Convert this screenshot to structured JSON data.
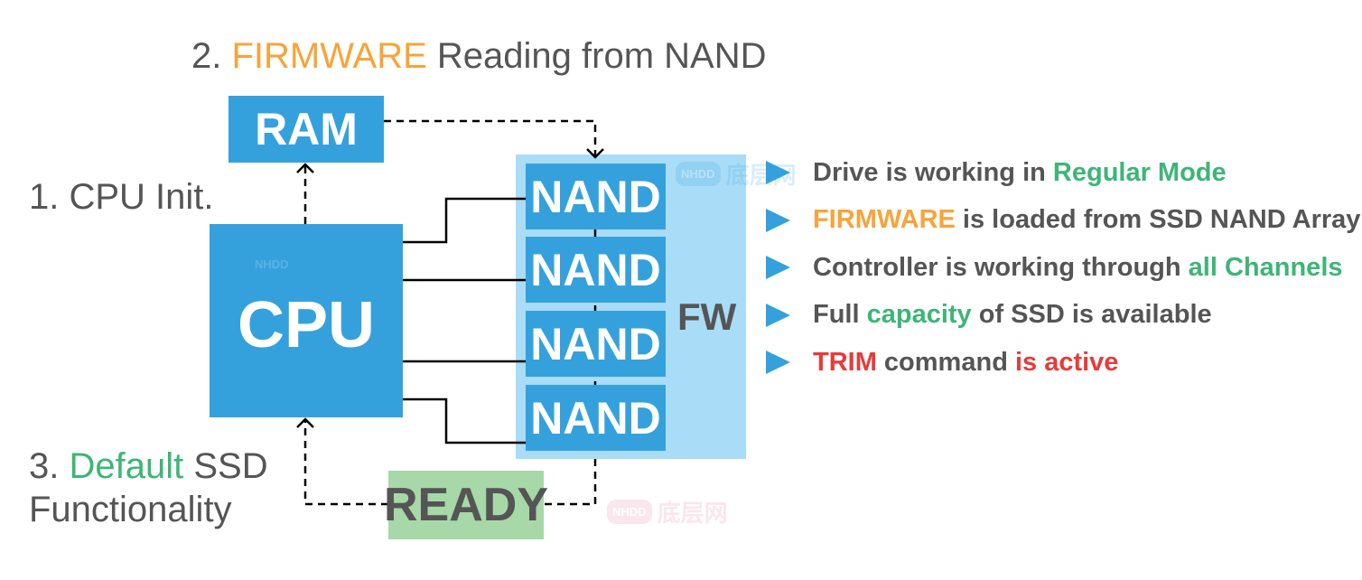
{
  "steps": {
    "firmware": {
      "number": "2.",
      "highlight": "FIRMWARE",
      "rest": "Reading from NAND"
    },
    "cpu_init": {
      "text": "1. CPU Init."
    },
    "default": {
      "number": "3.",
      "highlight": "Default",
      "rest": "SSD",
      "line2": "Functionality"
    }
  },
  "blocks": {
    "ram": "RAM",
    "cpu": "CPU",
    "nand": [
      "NAND",
      "NAND",
      "NAND",
      "NAND"
    ],
    "fw": "FW",
    "ready": "READY"
  },
  "bullets": [
    {
      "parts": [
        {
          "t": "Drive is working in ",
          "c": "gray"
        },
        {
          "t": "Regular Mode",
          "c": "green"
        }
      ]
    },
    {
      "parts": [
        {
          "t": "FIRMWARE",
          "c": "orange"
        },
        {
          "t": " is loaded from SSD NAND Array",
          "c": "gray"
        }
      ]
    },
    {
      "parts": [
        {
          "t": "Controller is working through ",
          "c": "gray"
        },
        {
          "t": "all Channels",
          "c": "green"
        }
      ]
    },
    {
      "parts": [
        {
          "t": "Full ",
          "c": "gray"
        },
        {
          "t": "capacity",
          "c": "green"
        },
        {
          "t": " of SSD is available",
          "c": "gray"
        }
      ]
    },
    {
      "parts": [
        {
          "t": "TRIM",
          "c": "red"
        },
        {
          "t": " command ",
          "c": "gray"
        },
        {
          "t": "is active",
          "c": "red"
        }
      ]
    }
  ],
  "watermark": {
    "badge": "NHDD",
    "chinese": "底层网"
  },
  "colors": {
    "blue": "#35a1dc",
    "light_blue": "#a9dcf7",
    "green": "#3db577",
    "orange": "#f7a43a",
    "red": "#e83a3a",
    "ready_green": "#a6d8a8",
    "gray": "#555555"
  },
  "icons": {
    "bullet": "triangle-right-icon"
  }
}
